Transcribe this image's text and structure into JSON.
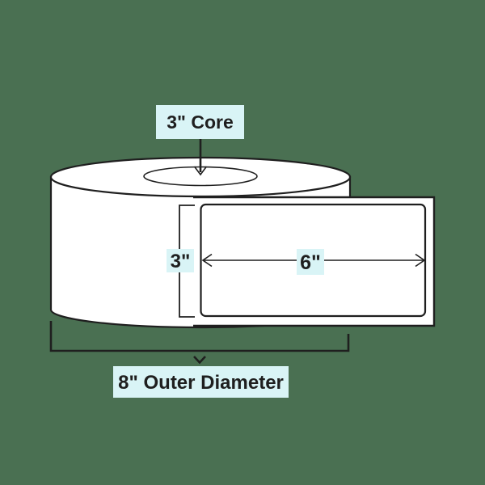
{
  "diagram": {
    "labels": {
      "core": "3\" Core",
      "label_height": "3\"",
      "label_width": "6\"",
      "outer_diameter": "8\" Outer Diameter"
    },
    "colors": {
      "background": "#4a7052",
      "callout_bg": "#d9f4f6",
      "line": "#1f1f1f",
      "shape_fill": "#ffffff",
      "text": "#1f1f1f"
    }
  }
}
